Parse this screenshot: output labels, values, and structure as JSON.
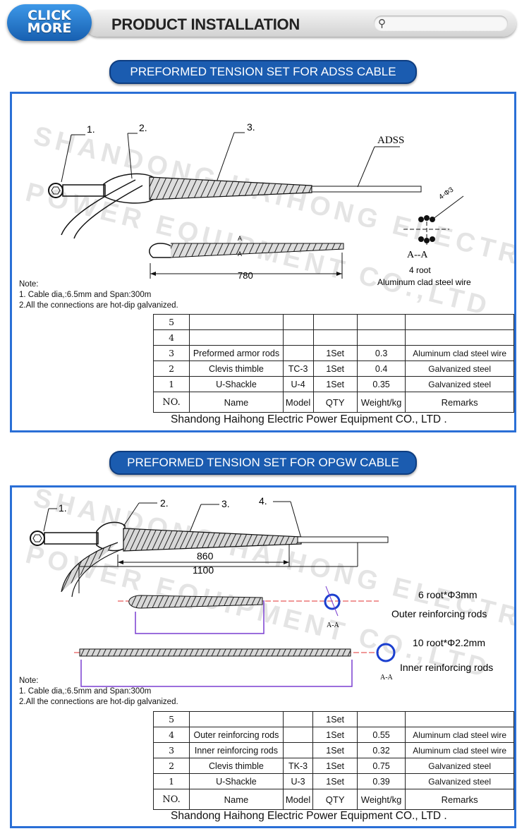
{
  "header": {
    "click_more": [
      "CLICK",
      "MORE"
    ],
    "title": "PRODUCT INSTALLATION",
    "search_icon": "search-icon"
  },
  "adss": {
    "heading": "PREFORMED TENSION SET FOR ADSS CABLE",
    "callouts": [
      "1.",
      "2.",
      "3."
    ],
    "cable_label": "ADSS",
    "dim_length": "780",
    "section_mark": "A",
    "section_label": "A--A",
    "wire_spec": "4-Φ3",
    "wire_count": "4 root",
    "wire_material": "Aluminum clad steel wire",
    "watermark": [
      "SHANDONG HAIHONG ELECTRIC",
      "POWER EQUIPMENT CO.,LTD"
    ],
    "note_title": "Note:",
    "notes": [
      "1. Cable dia,:6.5mm and Span:300m",
      "2.All the connections are hot-dip galvanized."
    ],
    "table": {
      "rows": [
        {
          "no": "5",
          "name": "",
          "model": "",
          "qty": "",
          "weight": "",
          "remarks": ""
        },
        {
          "no": "4",
          "name": "",
          "model": "",
          "qty": "",
          "weight": "",
          "remarks": ""
        },
        {
          "no": "3",
          "name": "Preformed armor rods",
          "model": "",
          "qty": "1Set",
          "weight": "0.3",
          "remarks": "Aluminum clad steel wire"
        },
        {
          "no": "2",
          "name": "Clevis thimble",
          "model": "TC-3",
          "qty": "1Set",
          "weight": "0.4",
          "remarks": "Galvanized steel"
        },
        {
          "no": "1",
          "name": "U-Shackle",
          "model": "U-4",
          "qty": "1Set",
          "weight": "0.35",
          "remarks": "Galvanized steel"
        }
      ],
      "header": {
        "no": "NO.",
        "name": "Name",
        "model": "Model",
        "qty": "QTY",
        "weight": "Weight/kg",
        "remarks": "Remarks"
      }
    },
    "company": "Shandong Haihong Electric Power Equipment CO., LTD ."
  },
  "opgw": {
    "heading": "PREFORMED TENSION SET FOR OPGW CABLE",
    "callouts": [
      "1.",
      "2.",
      "3.",
      "4."
    ],
    "dim_inner": "860",
    "dim_outer": "1100",
    "section_label": "A-A",
    "outer_spec": "6 root*Φ3mm",
    "outer_name": "Outer reinforcing rods",
    "inner_spec": "10 root*Φ2.2mm",
    "inner_name": "Inner reinforcing rods",
    "watermark": [
      "SHANDONG HAIHONG ELECTRIC",
      "POWER EQUIPMENT CO.,LTD"
    ],
    "note_title": "Note:",
    "notes": [
      "1. Cable dia,:6.5mm and Span:300m",
      "2.All the connections are hot-dip galvanized."
    ],
    "table": {
      "rows": [
        {
          "no": "5",
          "name": "",
          "model": "",
          "qty": "1Set",
          "weight": "",
          "remarks": ""
        },
        {
          "no": "4",
          "name": "Outer reinforcing rods",
          "model": "",
          "qty": "1Set",
          "weight": "0.55",
          "remarks": "Aluminum clad steel wire"
        },
        {
          "no": "3",
          "name": "Inner reinforcing rods",
          "model": "",
          "qty": "1Set",
          "weight": "0.32",
          "remarks": "Aluminum clad steel wire"
        },
        {
          "no": "2",
          "name": "Clevis thimble",
          "model": "TK-3",
          "qty": "1Set",
          "weight": "0.75",
          "remarks": "Galvanized steel"
        },
        {
          "no": "1",
          "name": "U-Shackle",
          "model": "U-3",
          "qty": "1Set",
          "weight": "0.39",
          "remarks": "Galvanized steel"
        }
      ],
      "header": {
        "no": "NO.",
        "name": "Name",
        "model": "Model",
        "qty": "QTY",
        "weight": "Weight/kg",
        "remarks": "Remarks"
      }
    },
    "company": "Shandong Haihong Electric Power Equipment CO., LTD ."
  },
  "colors": {
    "accent": "#1b5cb0",
    "frame": "#2a6fd6",
    "dim_line": "#7a3fd0",
    "center_line": "#e03030"
  }
}
